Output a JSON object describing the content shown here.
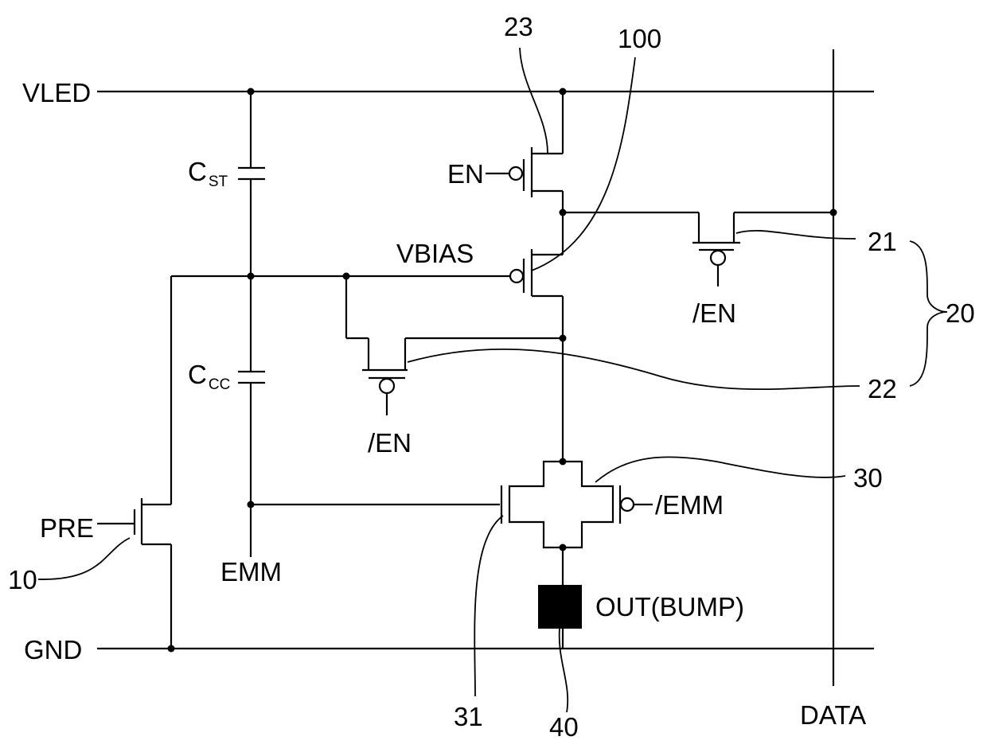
{
  "rails": {
    "vled": "VLED",
    "gnd": "GND",
    "data": "DATA"
  },
  "nodes": {
    "vbias": "VBIAS",
    "emm": "EMM"
  },
  "capacitors": {
    "cst": {
      "main": "C",
      "sub": "ST"
    },
    "ccc": {
      "main": "C",
      "sub": "CC"
    }
  },
  "signals": {
    "en": "EN",
    "en_bar_21": "/EN",
    "en_bar_22": "/EN",
    "pre": "PRE",
    "emm_bar": "/EMM"
  },
  "output": {
    "label": "OUT(BUMP)"
  },
  "refs": {
    "r10": "10",
    "r20": "20",
    "r21": "21",
    "r22": "22",
    "r23": "23",
    "r30": "30",
    "r31": "31",
    "r40": "40",
    "r100": "100"
  },
  "colors": {
    "ink": "#000000",
    "paper": "#ffffff"
  }
}
